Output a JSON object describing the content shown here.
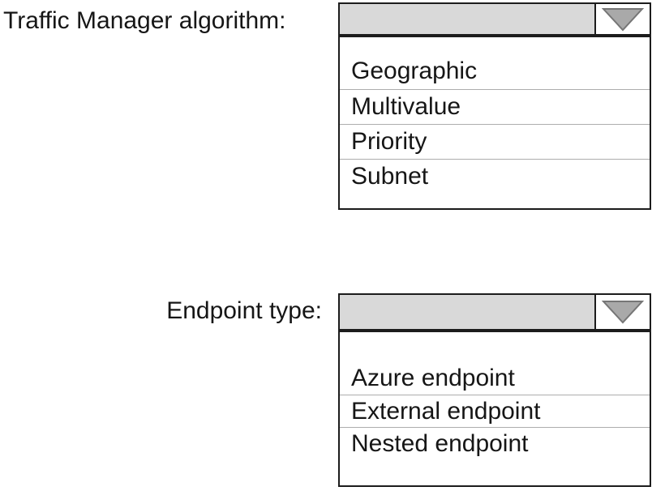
{
  "colors": {
    "border": "#1c1c1c",
    "select_fill": "#d9d9d9",
    "separator": "#adadad",
    "arrow_fill": "#a9a9a9",
    "arrow_stroke": "#767676",
    "text": "#161616"
  },
  "fields": [
    {
      "label": "Traffic Manager algorithm:",
      "selected_value": "",
      "options": [
        "Geographic",
        "Multivalue",
        "Priority",
        "Subnet"
      ]
    },
    {
      "label": "Endpoint type:",
      "selected_value": "",
      "options": [
        "Azure endpoint",
        "External endpoint",
        "Nested endpoint"
      ]
    }
  ]
}
